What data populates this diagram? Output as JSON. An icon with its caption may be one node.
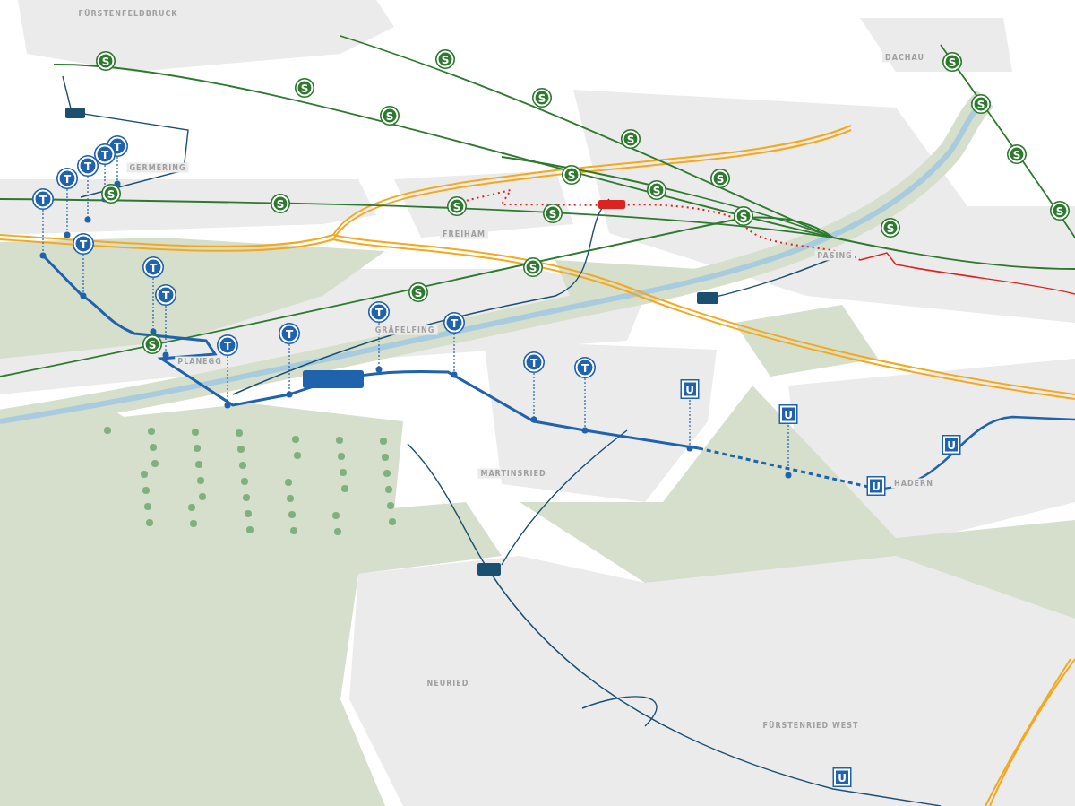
{
  "diagram": {
    "labels": [
      "FÜRSTENFELDBRUCK",
      "DACHAU",
      "S",
      "S",
      "S",
      "S",
      "S",
      "S",
      "S",
      "S",
      "T",
      "S",
      "T",
      "T",
      "GERMERING",
      "S",
      "T",
      "S",
      "S",
      "S",
      "T",
      "S",
      "S",
      "S",
      "S",
      "S",
      "S",
      "FREIHAM",
      "T",
      "PASING",
      "S",
      "T",
      "S",
      "T",
      "T",
      "T",
      "GRÄFELFING",
      "T",
      "S",
      "T",
      "PLANEGG",
      "T",
      "T",
      "U",
      "U",
      "U",
      "MARTINSRIED",
      "HADERN",
      "U",
      "NEURIED",
      "FÜRSTENRIED WEST",
      "U"
    ]
  }
}
